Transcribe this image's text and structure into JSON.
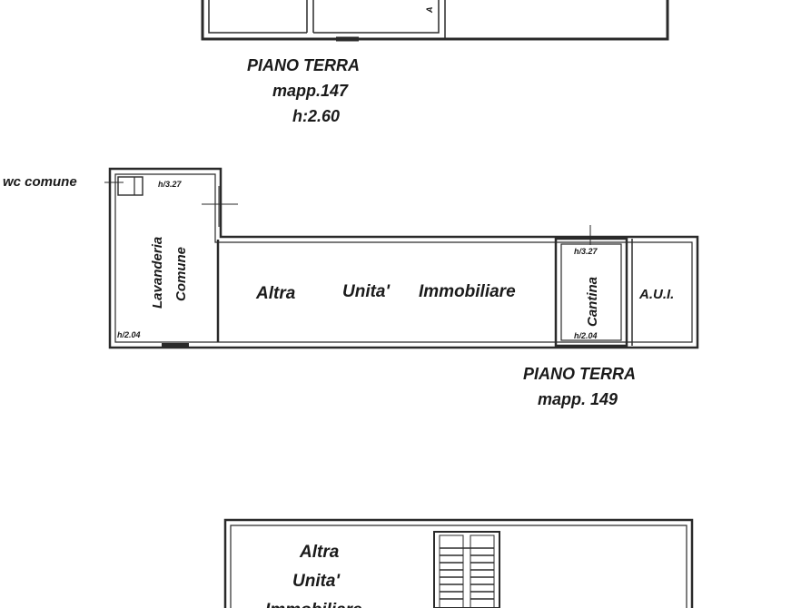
{
  "top_plan": {
    "room_partial_label": "A",
    "caption_line1": "PIANO TERRA",
    "caption_line2": "mapp.147",
    "caption_line3": "h:2.60"
  },
  "middle_plan": {
    "wc_label": "wc comune",
    "laundry_line1": "Lavanderia",
    "laundry_line2": "Comune",
    "height_top_left": "h/3.27",
    "height_bottom_left": "h/2.04",
    "other_unit_word1": "Altra",
    "other_unit_word2": "Unita'",
    "other_unit_word3": "Immobiliare",
    "cellar_label": "Cantina",
    "cellar_height_top": "h/3.27",
    "cellar_height_bottom": "h/2.04",
    "aui_label": "A.U.I.",
    "caption_line1": "PIANO TERRA",
    "caption_line2": "mapp. 149"
  },
  "bottom_plan": {
    "other_unit_line1": "Altra",
    "other_unit_line2": "Unita'",
    "other_unit_line3": "Immobiliare"
  }
}
